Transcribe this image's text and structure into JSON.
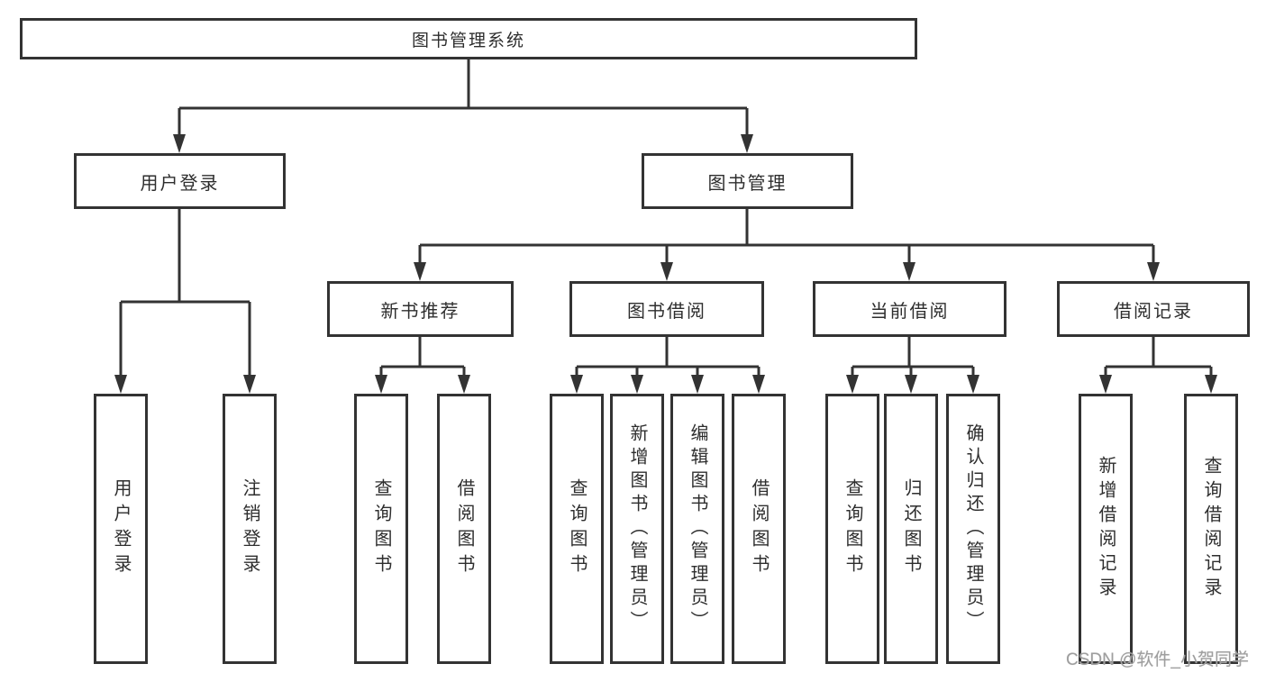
{
  "tree": {
    "root": {
      "label": "图书管理系统",
      "children": [
        {
          "label": "用户登录",
          "children": [
            {
              "label": "用户登录"
            },
            {
              "label": "注销登录"
            }
          ]
        },
        {
          "label": "图书管理",
          "children": [
            {
              "label": "新书推荐",
              "children": [
                {
                  "label": "查询图书"
                },
                {
                  "label": "借阅图书"
                }
              ]
            },
            {
              "label": "图书借阅",
              "children": [
                {
                  "label": "查询图书"
                },
                {
                  "label": "新增图书（管理员）"
                },
                {
                  "label": "编辑图书（管理员）"
                },
                {
                  "label": "借阅图书"
                }
              ]
            },
            {
              "label": "当前借阅",
              "children": [
                {
                  "label": "查询图书"
                },
                {
                  "label": "归还图书"
                },
                {
                  "label": "确认归还（管理员）"
                }
              ]
            },
            {
              "label": "借阅记录",
              "children": [
                {
                  "label": "新增借阅记录"
                },
                {
                  "label": "查询借阅记录"
                }
              ]
            }
          ]
        }
      ]
    }
  },
  "watermark": {
    "text": "CSDN @软件_小贺同学"
  }
}
